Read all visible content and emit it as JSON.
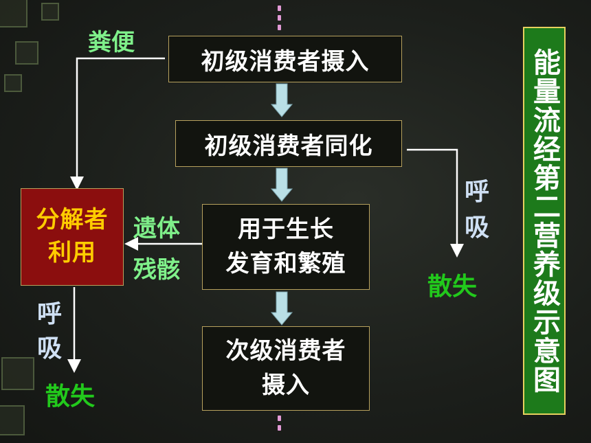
{
  "boxes": {
    "primary_intake": "初级消费者摄入",
    "primary_assimilation": "初级消费者同化",
    "growth_line1": "用于生长",
    "growth_line2": "发育和繁殖",
    "secondary_line1": "次级消费者",
    "secondary_line2": "摄入",
    "decomposer_line1": "分解者",
    "decomposer_line2": "利用"
  },
  "labels": {
    "feces": "粪便",
    "remains_line1": "遗体",
    "remains_line2": "残骸",
    "respiration_right_1": "呼",
    "respiration_right_2": "吸",
    "respiration_left_1": "呼",
    "respiration_left_2": "吸",
    "dissipate_right": "散失",
    "dissipate_left": "散失"
  },
  "side_title": "能量流经第二营养级示意图",
  "colors": {
    "box_border": "#b8a25e",
    "decomposer_fill": "#8b0e0e",
    "decomposer_text": "#ffcc00",
    "side_title_fill": "#1d7a1b",
    "side_title_border": "#e7d15f",
    "green_text": "#22c91c",
    "arrow_fill": "#b9dfe6"
  }
}
